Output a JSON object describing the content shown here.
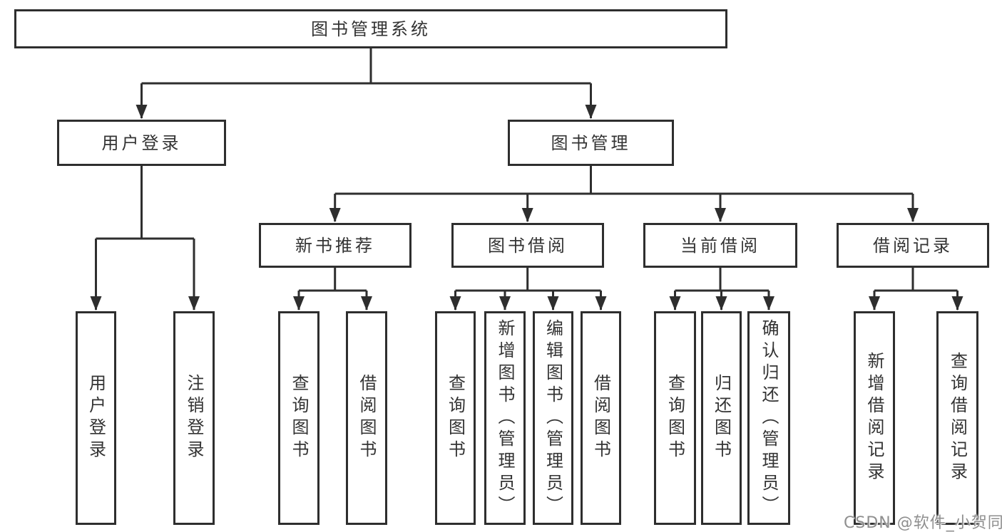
{
  "tree": {
    "label": "图书管理系统",
    "children": [
      {
        "label": "用户登录",
        "children": [
          {
            "label": "用户登录"
          },
          {
            "label": "注销登录"
          }
        ]
      },
      {
        "label": "图书管理",
        "children": [
          {
            "label": "新书推荐",
            "children": [
              {
                "label": "查询图书"
              },
              {
                "label": "借阅图书"
              }
            ]
          },
          {
            "label": "图书借阅",
            "children": [
              {
                "label": "查询图书"
              },
              {
                "label": "新增图书（管理员）"
              },
              {
                "label": "编辑图书（管理员）"
              },
              {
                "label": "借阅图书"
              }
            ]
          },
          {
            "label": "当前借阅",
            "children": [
              {
                "label": "查询图书"
              },
              {
                "label": "归还图书"
              },
              {
                "label": "确认归还（管理员）"
              }
            ]
          },
          {
            "label": "借阅记录",
            "children": [
              {
                "label": "新增借阅记录"
              },
              {
                "label": "查询借阅记录"
              }
            ]
          }
        ]
      }
    ]
  },
  "watermark": {
    "text": "CSDN @软件_小贺同学"
  },
  "colors": {
    "line": "#2e2e2e",
    "text": "#333333",
    "watermark": "#8f8f8f",
    "background": "#ffffff"
  }
}
